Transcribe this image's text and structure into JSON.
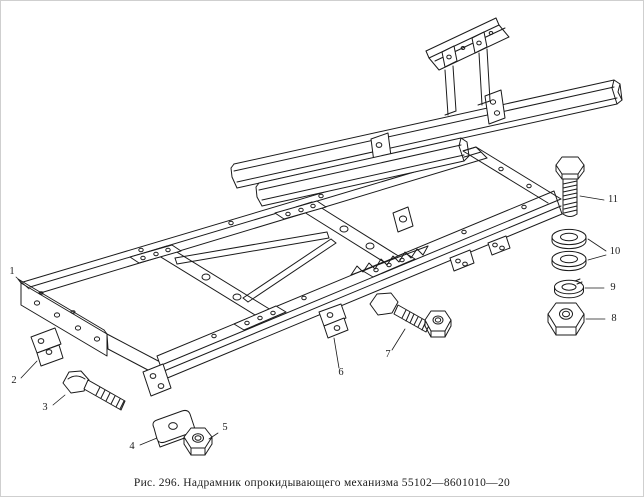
{
  "figure": {
    "caption": "Рис. 296. Надрамник опрокидывающего механизма 55102—8601010—20"
  },
  "callouts": [
    "1",
    "2",
    "3",
    "4",
    "5",
    "6",
    "7",
    "8",
    "9",
    "10",
    "11"
  ],
  "colors": {
    "ink": "#1b1b1b",
    "paper": "#ffffff",
    "border": "#cfcfcf"
  }
}
